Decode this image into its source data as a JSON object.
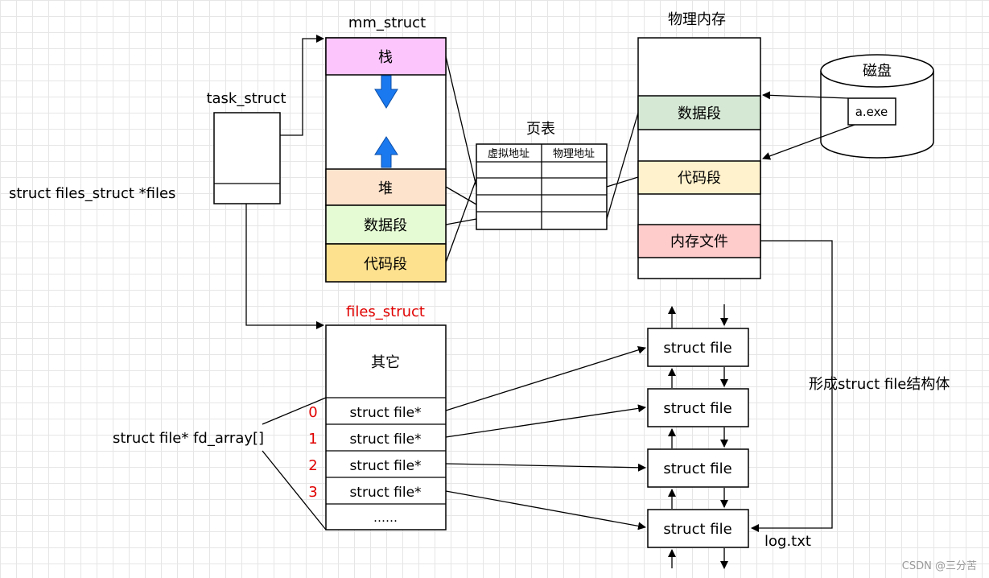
{
  "task_struct": {
    "title": "task_struct",
    "files_label": "struct files_struct *files"
  },
  "mm_struct": {
    "title": "mm_struct",
    "stack": "栈",
    "heap": "堆",
    "data": "数据段",
    "code": "代码段"
  },
  "page_table": {
    "title": "页表",
    "col_virtual": "虚拟地址",
    "col_physical": "物理地址"
  },
  "physical_memory": {
    "title": "物理内存",
    "data": "数据段",
    "code": "代码段",
    "memfile": "内存文件"
  },
  "disk": {
    "title": "磁盘",
    "file": "a.exe"
  },
  "files_struct": {
    "title": "files_struct",
    "other": "其它",
    "fd_label": "struct file* fd_array[]",
    "rows": [
      {
        "index": "0",
        "label": "struct file*"
      },
      {
        "index": "1",
        "label": "struct file*"
      },
      {
        "index": "2",
        "label": "struct file*"
      },
      {
        "index": "3",
        "label": "struct file*"
      }
    ],
    "more": "……"
  },
  "struct_files": [
    "struct file",
    "struct file",
    "struct file",
    "struct file"
  ],
  "form_label": "形成struct file结构体",
  "log_label": "log.txt",
  "watermark": "CSDN @三分苦",
  "colors": {
    "stack": "#fcc5fc",
    "heap": "#fde2cc",
    "data": "#e4fbd3",
    "code": "#fde18f",
    "phys_data": "#d5e8d4",
    "phys_code": "#fff2cc",
    "memfile": "#ffcccc",
    "arrow_blue": "#1b79f0"
  }
}
